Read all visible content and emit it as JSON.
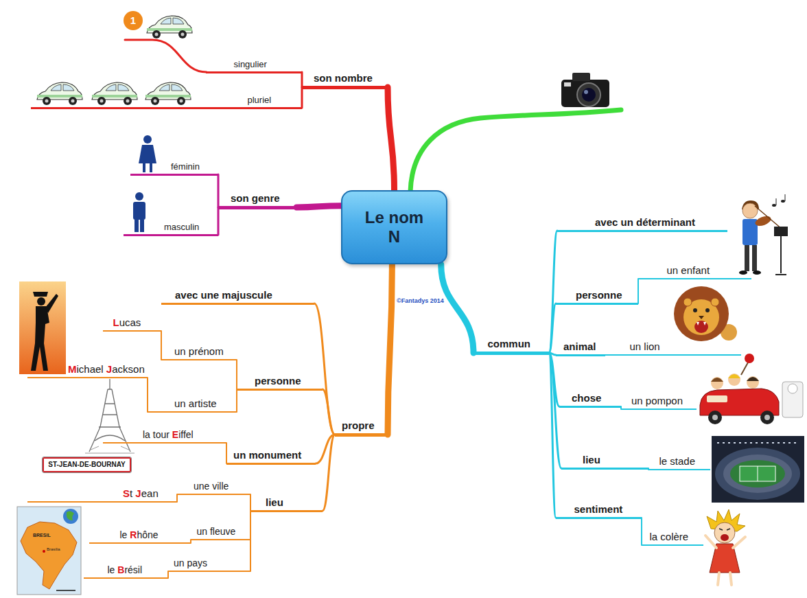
{
  "diagram": {
    "nodes": [
      {
        "text": [
          "Le nom",
          "N"
        ]
      },
      {
        "text": [
          "son nombre"
        ]
      },
      {
        "text": [
          "singulier"
        ]
      },
      {
        "text": [
          "pluriel"
        ]
      },
      {
        "text": [
          "son genre"
        ]
      },
      {
        "text": [
          "féminin"
        ]
      },
      {
        "text": [
          "masculin"
        ]
      },
      {
        "text": [
          "propre"
        ]
      },
      {
        "text": [
          "avec une majuscule"
        ]
      },
      {
        "text": [
          "personne"
        ]
      },
      {
        "text": [
          "un prénom"
        ]
      },
      {
        "text": [
          "Lucas"
        ]
      },
      {
        "text": [
          "un artiste"
        ]
      },
      {
        "text": [
          "Michael Jackson"
        ]
      },
      {
        "text": [
          "un monument"
        ]
      },
      {
        "text": [
          "la tour Eiffel"
        ]
      },
      {
        "text": [
          "lieu"
        ]
      },
      {
        "text": [
          "une ville"
        ]
      },
      {
        "text": [
          "St Jean"
        ]
      },
      {
        "text": [
          "un fleuve"
        ]
      },
      {
        "text": [
          "le Rhône"
        ]
      },
      {
        "text": [
          "un pays"
        ]
      },
      {
        "text": [
          "le Brésil"
        ]
      },
      {
        "text": [
          "commun"
        ]
      },
      {
        "text": [
          "avec un déterminant"
        ]
      },
      {
        "text": [
          "personne"
        ]
      },
      {
        "text": [
          "un enfant"
        ]
      },
      {
        "text": [
          "animal"
        ]
      },
      {
        "text": [
          "un lion"
        ]
      },
      {
        "text": [
          "chose"
        ]
      },
      {
        "text": [
          "un pompon"
        ]
      },
      {
        "text": [
          "lieu"
        ]
      },
      {
        "text": [
          "le stade"
        ]
      },
      {
        "text": [
          "sentiment"
        ]
      },
      {
        "text": [
          "la colère"
        ]
      },
      {
        "text": [
          "1"
        ]
      },
      {
        "text": [
          "ST-JEAN-DE-BOURNAY"
        ]
      }
    ],
    "edges": [
      {
        "from": 0,
        "to": 1,
        "arrow": "none"
      },
      {
        "from": 1,
        "to": 2,
        "arrow": "none"
      },
      {
        "from": 1,
        "to": 3,
        "arrow": "none"
      },
      {
        "from": 0,
        "to": 4,
        "arrow": "none"
      },
      {
        "from": 4,
        "to": 5,
        "arrow": "none"
      },
      {
        "from": 4,
        "to": 6,
        "arrow": "none"
      },
      {
        "from": 0,
        "to": 7,
        "arrow": "none"
      },
      {
        "from": 7,
        "to": 8,
        "arrow": "none"
      },
      {
        "from": 7,
        "to": 9,
        "arrow": "none"
      },
      {
        "from": 9,
        "to": 10,
        "arrow": "none"
      },
      {
        "from": 10,
        "to": 11,
        "arrow": "none"
      },
      {
        "from": 9,
        "to": 12,
        "arrow": "none"
      },
      {
        "from": 12,
        "to": 13,
        "arrow": "none"
      },
      {
        "from": 7,
        "to": 14,
        "arrow": "none"
      },
      {
        "from": 14,
        "to": 15,
        "arrow": "none"
      },
      {
        "from": 7,
        "to": 16,
        "arrow": "none"
      },
      {
        "from": 16,
        "to": 17,
        "arrow": "none"
      },
      {
        "from": 17,
        "to": 18,
        "arrow": "none"
      },
      {
        "from": 16,
        "to": 19,
        "arrow": "none"
      },
      {
        "from": 19,
        "to": 20,
        "arrow": "none"
      },
      {
        "from": 16,
        "to": 21,
        "arrow": "none"
      },
      {
        "from": 21,
        "to": 22,
        "arrow": "none"
      },
      {
        "from": 0,
        "to": 23,
        "arrow": "none"
      },
      {
        "from": 23,
        "to": 24,
        "arrow": "none"
      },
      {
        "from": 23,
        "to": 25,
        "arrow": "none"
      },
      {
        "from": 25,
        "to": 26,
        "arrow": "none"
      },
      {
        "from": 23,
        "to": 27,
        "arrow": "none"
      },
      {
        "from": 27,
        "to": 28,
        "arrow": "none"
      },
      {
        "from": 23,
        "to": 29,
        "arrow": "none"
      },
      {
        "from": 29,
        "to": 30,
        "arrow": "none"
      },
      {
        "from": 23,
        "to": 31,
        "arrow": "none"
      },
      {
        "from": 31,
        "to": 32,
        "arrow": "none"
      },
      {
        "from": 23,
        "to": 33,
        "arrow": "none"
      },
      {
        "from": 33,
        "to": 34,
        "arrow": "none"
      }
    ],
    "labels": [
      "©Fantadys 2014",
      "BRESIL",
      "Brasilia"
    ]
  }
}
